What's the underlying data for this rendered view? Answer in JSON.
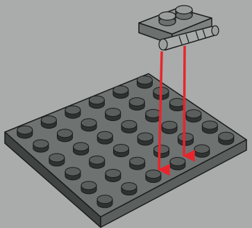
{
  "figure": {
    "kind": "building-instruction-step",
    "base_plate": {
      "part": "plate-6x6",
      "studs_per_side": 6,
      "color": "#5c605f"
    },
    "new_part": {
      "part": "plate-1x2-with-clips",
      "studs": 2,
      "color": "#8f9392"
    },
    "arrows": {
      "count": 2,
      "color": "#e8252c",
      "direction": "down"
    },
    "colors": {
      "background": "#a9acab",
      "plate_top": "#6e7271",
      "plate_side_light": "#5b5f5e",
      "plate_side_dark": "#3f4342",
      "stud_top": "#5a5e5d",
      "stud_side": "#2e3231",
      "outline": "#1a1c1c"
    }
  }
}
